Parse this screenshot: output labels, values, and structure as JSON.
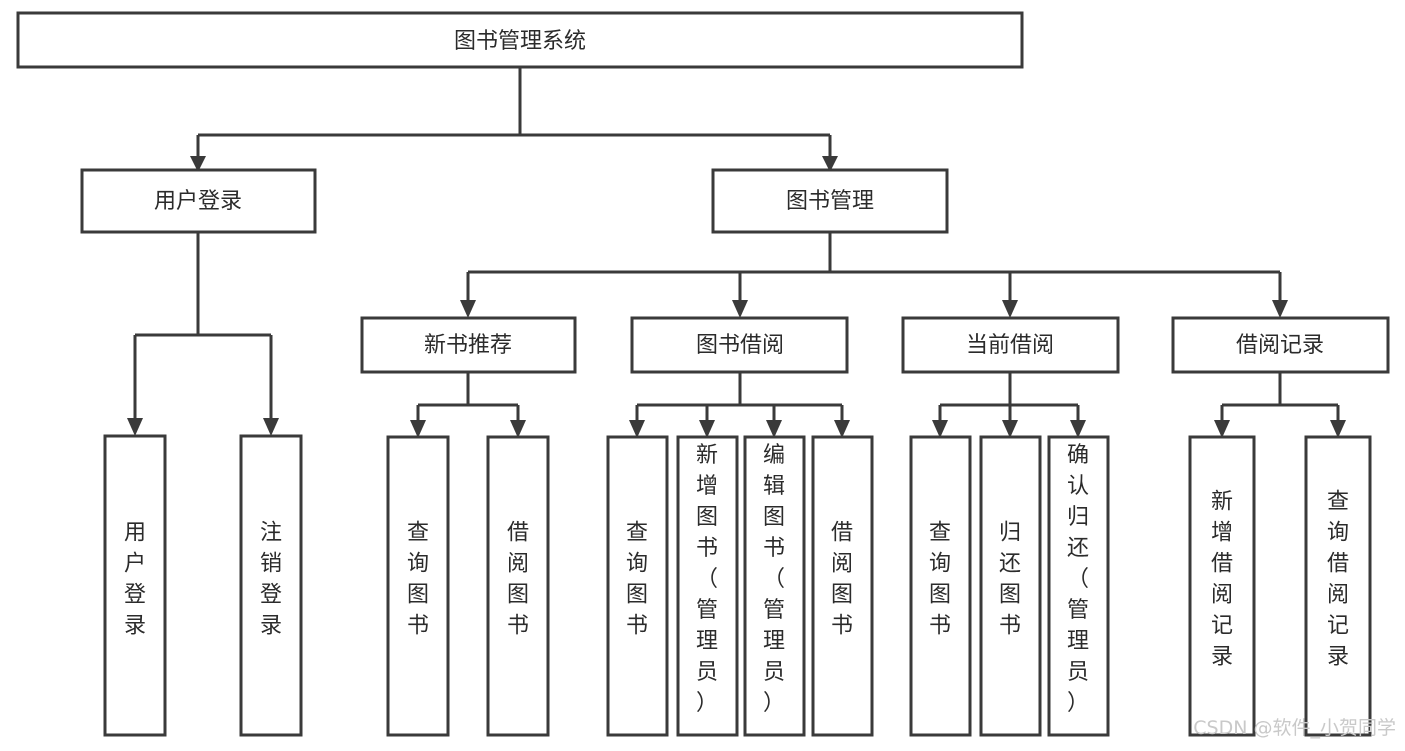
{
  "diagram": {
    "title": "图书管理系统",
    "type": "tree",
    "orientation": "top-down",
    "colors": {
      "box_stroke": "#3a3a3a",
      "box_fill": "#ffffff",
      "text": "#2b2b2b",
      "connector": "#3a3a3a",
      "watermark": "#c9c9c9",
      "background": "#ffffff"
    },
    "root": {
      "label": "图书管理系统"
    },
    "level2": [
      {
        "label": "用户登录"
      },
      {
        "label": "图书管理"
      }
    ],
    "level3": [
      {
        "label": "新书推荐"
      },
      {
        "label": "图书借阅"
      },
      {
        "label": "当前借阅"
      },
      {
        "label": "借阅记录"
      }
    ],
    "leaves_user_login": [
      {
        "label": "用户登录"
      },
      {
        "label": "注销登录"
      }
    ],
    "leaves_new_book": [
      {
        "label": "查询图书"
      },
      {
        "label": "借阅图书"
      }
    ],
    "leaves_borrow": [
      {
        "label": "查询图书"
      },
      {
        "label": "新增图书（管理员）"
      },
      {
        "label": "编辑图书（管理员）"
      },
      {
        "label": "借阅图书"
      }
    ],
    "leaves_current": [
      {
        "label": "查询图书"
      },
      {
        "label": "归还图书"
      },
      {
        "label": "确认归还（管理员）"
      }
    ],
    "leaves_record": [
      {
        "label": "新增借阅记录"
      },
      {
        "label": "查询借阅记录"
      }
    ]
  },
  "watermark": {
    "text": "CSDN @软件_小贺同学"
  }
}
